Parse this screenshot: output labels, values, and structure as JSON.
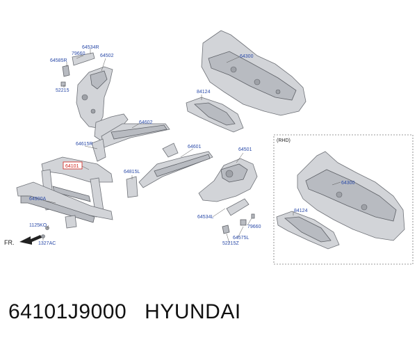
{
  "diagram": {
    "front_marker": "FR.",
    "rhd_box_label": "(RHD)",
    "labels": {
      "l64585R": "64585R",
      "l79660a": "79660",
      "l64534R": "64534R",
      "l64502": "64502",
      "l52215": "52215",
      "l64300": "64300",
      "l84124": "84124",
      "l64602": "64602",
      "l64615R": "64615R",
      "l64101": "64101",
      "l64601": "64601",
      "l64501": "64501",
      "l64815L": "64815L",
      "l64900A": "64900A",
      "l64534L": "64534L",
      "l79660b": "79660",
      "l64575L": "64575L",
      "l52215Z": "52215Z",
      "l1125KO": "1125KO",
      "l1327AC": "1327AC",
      "l64300_rhd": "64300",
      "l84124_rhd": "84124"
    },
    "highlighted_part": "64101"
  },
  "caption": {
    "part_number": "64101J9000",
    "brand": "HYUNDAI"
  }
}
